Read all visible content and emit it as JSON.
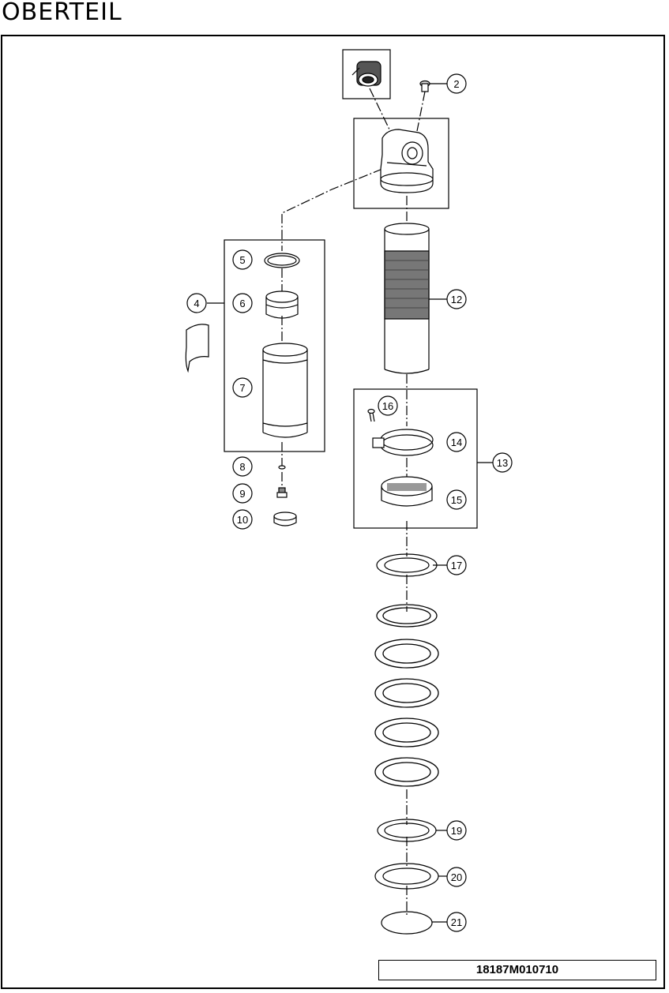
{
  "page": {
    "title": "OBERTEIL",
    "drawing_id": "18187M010710"
  },
  "parts": [
    {
      "id": "p2",
      "label": "2"
    },
    {
      "id": "p4",
      "label": "4"
    },
    {
      "id": "p5",
      "label": "5"
    },
    {
      "id": "p6",
      "label": "6"
    },
    {
      "id": "p7",
      "label": "7"
    },
    {
      "id": "p8",
      "label": "8"
    },
    {
      "id": "p9",
      "label": "9"
    },
    {
      "id": "p10",
      "label": "10"
    },
    {
      "id": "p12",
      "label": "12"
    },
    {
      "id": "p13",
      "label": "13"
    },
    {
      "id": "p14",
      "label": "14"
    },
    {
      "id": "p15",
      "label": "15"
    },
    {
      "id": "p16",
      "label": "16"
    },
    {
      "id": "p17",
      "label": "17"
    },
    {
      "id": "p19",
      "label": "19"
    },
    {
      "id": "p20",
      "label": "20"
    },
    {
      "id": "p21",
      "label": "21"
    }
  ]
}
